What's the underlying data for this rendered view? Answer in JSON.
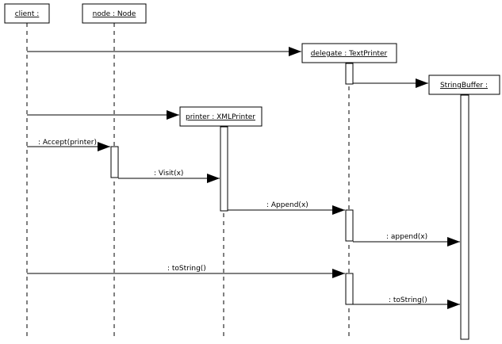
{
  "objects": {
    "client": {
      "label": "client :"
    },
    "node": {
      "label": "node : Node"
    },
    "delegate": {
      "label": "delegate : TextPrinter"
    },
    "string_buffer": {
      "label": "StringBuffer :"
    },
    "printer": {
      "label": "printer : XMLPrinter"
    }
  },
  "messages": {
    "accept": {
      "label": ": Accept(printer)"
    },
    "visit": {
      "label": ": Visit(x)"
    },
    "append_delegate": {
      "label": ": Append(x)"
    },
    "append_buffer": {
      "label": ": append(x)"
    },
    "tostring_client": {
      "label": ": toString()"
    },
    "tostring_buffer": {
      "label": ": toString()"
    }
  }
}
